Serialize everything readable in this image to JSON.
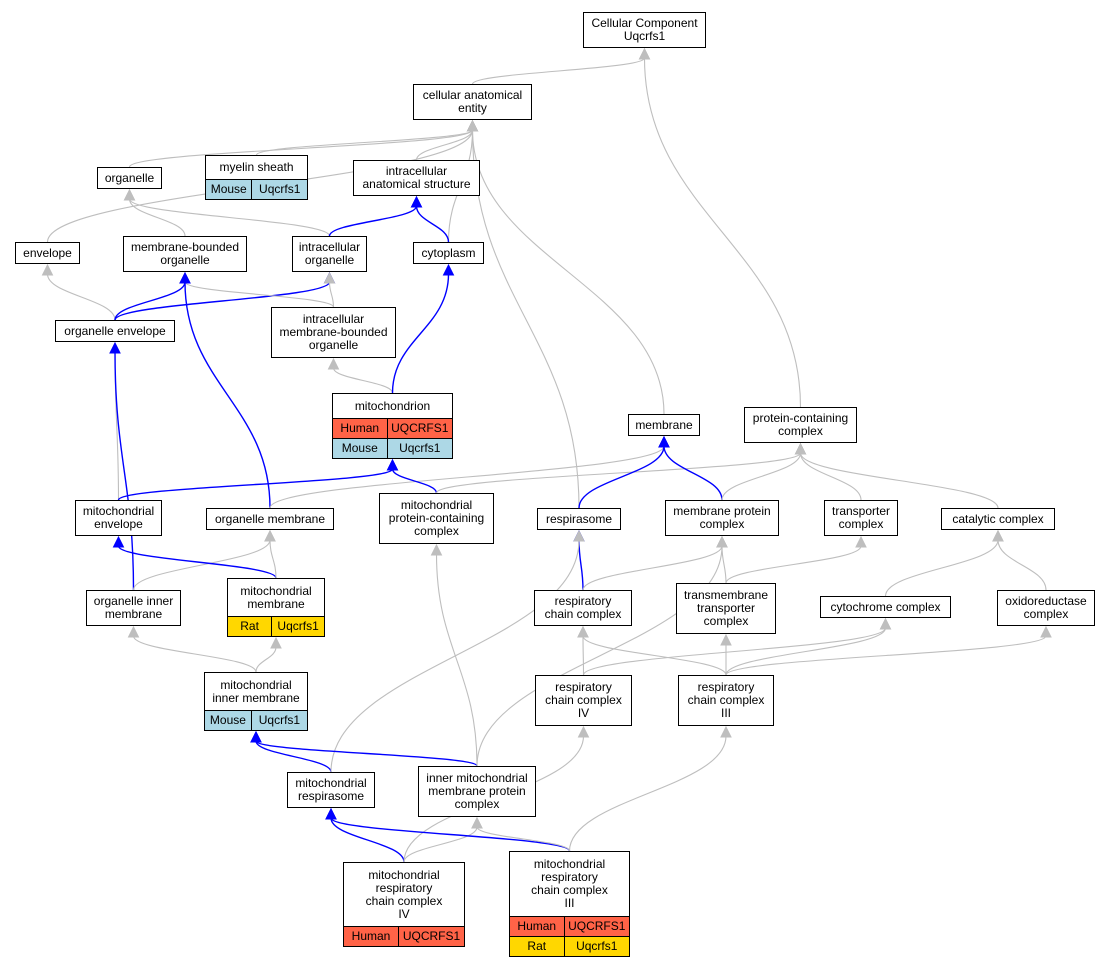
{
  "colors": {
    "human": "#FF6347",
    "mouse": "#ADD8E6",
    "rat": "#FFD700",
    "is_a_edge": "#BEBEBE",
    "part_of_edge": "#0000FF"
  },
  "nodes": {
    "root": {
      "lines": [
        "Cellular Component",
        "Uqcrfs1"
      ]
    },
    "cellular_anatomical_entity": {
      "lines": [
        "cellular anatomical",
        "entity"
      ]
    },
    "organelle": {
      "lines": [
        "organelle"
      ]
    },
    "myelin_sheath": {
      "lines": [
        "myelin sheath"
      ],
      "annotations": [
        {
          "species": "Mouse",
          "gene": "Uqcrfs1",
          "color": "mouse"
        }
      ]
    },
    "intracellular_anatomical_structure": {
      "lines": [
        "intracellular",
        "anatomical structure"
      ]
    },
    "envelope": {
      "lines": [
        "envelope"
      ]
    },
    "membrane_bounded_organelle": {
      "lines": [
        "membrane-bounded",
        "organelle"
      ]
    },
    "intracellular_organelle": {
      "lines": [
        "intracellular",
        "organelle"
      ]
    },
    "cytoplasm": {
      "lines": [
        "cytoplasm"
      ]
    },
    "organelle_envelope": {
      "lines": [
        "organelle envelope"
      ]
    },
    "intracellular_membrane_bounded_organelle": {
      "lines": [
        "intracellular",
        "membrane-bounded",
        "organelle"
      ]
    },
    "mitochondrion": {
      "lines": [
        "mitochondrion"
      ],
      "annotations": [
        {
          "species": "Human",
          "gene": "UQCRFS1",
          "color": "human"
        },
        {
          "species": "Mouse",
          "gene": "Uqcrfs1",
          "color": "mouse"
        }
      ]
    },
    "membrane": {
      "lines": [
        "membrane"
      ]
    },
    "protein_containing_complex": {
      "lines": [
        "protein-containing",
        "complex"
      ]
    },
    "mitochondrial_envelope": {
      "lines": [
        "mitochondrial",
        "envelope"
      ]
    },
    "organelle_membrane": {
      "lines": [
        "organelle membrane"
      ]
    },
    "mitochondrial_protein_containing_complex": {
      "lines": [
        "mitochondrial",
        "protein-containing",
        "complex"
      ]
    },
    "respirasome": {
      "lines": [
        "respirasome"
      ]
    },
    "membrane_protein_complex": {
      "lines": [
        "membrane protein",
        "complex"
      ]
    },
    "transporter_complex": {
      "lines": [
        "transporter",
        "complex"
      ]
    },
    "catalytic_complex": {
      "lines": [
        "catalytic complex"
      ]
    },
    "organelle_inner_membrane": {
      "lines": [
        "organelle inner",
        "membrane"
      ]
    },
    "mitochondrial_membrane": {
      "lines": [
        "mitochondrial",
        "membrane"
      ],
      "annotations": [
        {
          "species": "Rat",
          "gene": "Uqcrfs1",
          "color": "rat"
        }
      ]
    },
    "respiratory_chain_complex": {
      "lines": [
        "respiratory",
        "chain complex"
      ]
    },
    "transmembrane_transporter_complex": {
      "lines": [
        "transmembrane",
        "transporter",
        "complex"
      ]
    },
    "cytochrome_complex": {
      "lines": [
        "cytochrome complex"
      ]
    },
    "oxidoreductase_complex": {
      "lines": [
        "oxidoreductase",
        "complex"
      ]
    },
    "respiratory_chain_complex_iv": {
      "lines": [
        "respiratory",
        "chain complex",
        "IV"
      ]
    },
    "respiratory_chain_complex_iii": {
      "lines": [
        "respiratory",
        "chain complex",
        "III"
      ]
    },
    "mitochondrial_inner_membrane": {
      "lines": [
        "mitochondrial",
        "inner membrane"
      ],
      "annotations": [
        {
          "species": "Mouse",
          "gene": "Uqcrfs1",
          "color": "mouse"
        }
      ]
    },
    "mitochondrial_respirasome": {
      "lines": [
        "mitochondrial",
        "respirasome"
      ]
    },
    "inner_mitochondrial_membrane_protein_complex": {
      "lines": [
        "inner mitochondrial",
        "membrane protein",
        "complex"
      ]
    },
    "mitochondrial_respiratory_chain_complex_iv": {
      "lines": [
        "mitochondrial",
        "respiratory",
        "chain complex",
        "IV"
      ],
      "annotations": [
        {
          "species": "Human",
          "gene": "UQCRFS1",
          "color": "human"
        }
      ]
    },
    "mitochondrial_respiratory_chain_complex_iii": {
      "lines": [
        "mitochondrial",
        "respiratory",
        "chain complex",
        "III"
      ],
      "annotations": [
        {
          "species": "Human",
          "gene": "UQCRFS1",
          "color": "human"
        },
        {
          "species": "Rat",
          "gene": "Uqcrfs1",
          "color": "rat"
        }
      ]
    }
  },
  "edges": [
    {
      "from": "cellular_anatomical_entity",
      "to": "root",
      "type": "is_a"
    },
    {
      "from": "protein_containing_complex",
      "to": "root",
      "type": "is_a"
    },
    {
      "from": "organelle",
      "to": "cellular_anatomical_entity",
      "type": "is_a"
    },
    {
      "from": "myelin_sheath",
      "to": "cellular_anatomical_entity",
      "type": "is_a"
    },
    {
      "from": "intracellular_anatomical_structure",
      "to": "cellular_anatomical_entity",
      "type": "is_a"
    },
    {
      "from": "cytoplasm",
      "to": "cellular_anatomical_entity",
      "type": "is_a"
    },
    {
      "from": "envelope",
      "to": "cellular_anatomical_entity",
      "type": "is_a"
    },
    {
      "from": "respirasome",
      "to": "cellular_anatomical_entity",
      "type": "is_a"
    },
    {
      "from": "membrane",
      "to": "cellular_anatomical_entity",
      "type": "is_a"
    },
    {
      "from": "membrane_bounded_organelle",
      "to": "organelle",
      "type": "is_a"
    },
    {
      "from": "intracellular_organelle",
      "to": "organelle",
      "type": "is_a"
    },
    {
      "from": "intracellular_organelle",
      "to": "intracellular_anatomical_structure",
      "type": "part_of"
    },
    {
      "from": "cytoplasm",
      "to": "intracellular_anatomical_structure",
      "type": "part_of"
    },
    {
      "from": "organelle_envelope",
      "to": "envelope",
      "type": "is_a"
    },
    {
      "from": "organelle_envelope",
      "to": "membrane_bounded_organelle",
      "type": "part_of"
    },
    {
      "from": "organelle_envelope",
      "to": "intracellular_organelle",
      "type": "part_of"
    },
    {
      "from": "intracellular_membrane_bounded_organelle",
      "to": "membrane_bounded_organelle",
      "type": "is_a"
    },
    {
      "from": "intracellular_membrane_bounded_organelle",
      "to": "intracellular_organelle",
      "type": "is_a"
    },
    {
      "from": "mitochondrion",
      "to": "intracellular_membrane_bounded_organelle",
      "type": "is_a"
    },
    {
      "from": "mitochondrion",
      "to": "cytoplasm",
      "type": "part_of"
    },
    {
      "from": "organelle_membrane",
      "to": "membrane_bounded_organelle",
      "type": "part_of"
    },
    {
      "from": "organelle_membrane",
      "to": "membrane",
      "type": "is_a"
    },
    {
      "from": "mitochondrial_envelope",
      "to": "organelle_envelope",
      "type": "is_a"
    },
    {
      "from": "mitochondrial_envelope",
      "to": "mitochondrion",
      "type": "part_of"
    },
    {
      "from": "mitochondrial_protein_containing_complex",
      "to": "mitochondrion",
      "type": "part_of"
    },
    {
      "from": "mitochondrial_protein_containing_complex",
      "to": "protein_containing_complex",
      "type": "is_a"
    },
    {
      "from": "respirasome",
      "to": "membrane",
      "type": "part_of"
    },
    {
      "from": "membrane_protein_complex",
      "to": "membrane",
      "type": "part_of"
    },
    {
      "from": "membrane_protein_complex",
      "to": "protein_containing_complex",
      "type": "is_a"
    },
    {
      "from": "transporter_complex",
      "to": "protein_containing_complex",
      "type": "is_a"
    },
    {
      "from": "catalytic_complex",
      "to": "protein_containing_complex",
      "type": "is_a"
    },
    {
      "from": "organelle_inner_membrane",
      "to": "organelle_envelope",
      "type": "part_of"
    },
    {
      "from": "organelle_inner_membrane",
      "to": "organelle_membrane",
      "type": "is_a"
    },
    {
      "from": "mitochondrial_membrane",
      "to": "mitochondrial_envelope",
      "type": "part_of"
    },
    {
      "from": "mitochondrial_membrane",
      "to": "organelle_membrane",
      "type": "is_a"
    },
    {
      "from": "respiratory_chain_complex",
      "to": "respirasome",
      "type": "part_of"
    },
    {
      "from": "respiratory_chain_complex",
      "to": "membrane_protein_complex",
      "type": "is_a"
    },
    {
      "from": "transmembrane_transporter_complex",
      "to": "membrane_protein_complex",
      "type": "is_a"
    },
    {
      "from": "transmembrane_transporter_complex",
      "to": "transporter_complex",
      "type": "is_a"
    },
    {
      "from": "cytochrome_complex",
      "to": "catalytic_complex",
      "type": "is_a"
    },
    {
      "from": "oxidoreductase_complex",
      "to": "catalytic_complex",
      "type": "is_a"
    },
    {
      "from": "mitochondrial_inner_membrane",
      "to": "organelle_inner_membrane",
      "type": "is_a"
    },
    {
      "from": "mitochondrial_inner_membrane",
      "to": "mitochondrial_membrane",
      "type": "is_a"
    },
    {
      "from": "respiratory_chain_complex_iv",
      "to": "respiratory_chain_complex",
      "type": "is_a"
    },
    {
      "from": "respiratory_chain_complex_iv",
      "to": "cytochrome_complex",
      "type": "is_a"
    },
    {
      "from": "respiratory_chain_complex_iii",
      "to": "respiratory_chain_complex",
      "type": "is_a"
    },
    {
      "from": "respiratory_chain_complex_iii",
      "to": "transmembrane_transporter_complex",
      "type": "is_a"
    },
    {
      "from": "respiratory_chain_complex_iii",
      "to": "cytochrome_complex",
      "type": "is_a"
    },
    {
      "from": "respiratory_chain_complex_iii",
      "to": "oxidoreductase_complex",
      "type": "is_a"
    },
    {
      "from": "mitochondrial_respirasome",
      "to": "mitochondrial_inner_membrane",
      "type": "part_of"
    },
    {
      "from": "mitochondrial_respirasome",
      "to": "respirasome",
      "type": "is_a"
    },
    {
      "from": "inner_mitochondrial_membrane_protein_complex",
      "to": "mitochondrial_inner_membrane",
      "type": "part_of"
    },
    {
      "from": "inner_mitochondrial_membrane_protein_complex",
      "to": "mitochondrial_protein_containing_complex",
      "type": "is_a"
    },
    {
      "from": "inner_mitochondrial_membrane_protein_complex",
      "to": "membrane_protein_complex",
      "type": "is_a"
    },
    {
      "from": "mitochondrial_respiratory_chain_complex_iv",
      "to": "mitochondrial_respirasome",
      "type": "part_of"
    },
    {
      "from": "mitochondrial_respiratory_chain_complex_iv",
      "to": "inner_mitochondrial_membrane_protein_complex",
      "type": "is_a"
    },
    {
      "from": "mitochondrial_respiratory_chain_complex_iv",
      "to": "respiratory_chain_complex_iv",
      "type": "is_a"
    },
    {
      "from": "mitochondrial_respiratory_chain_complex_iii",
      "to": "mitochondrial_respirasome",
      "type": "part_of"
    },
    {
      "from": "mitochondrial_respiratory_chain_complex_iii",
      "to": "inner_mitochondrial_membrane_protein_complex",
      "type": "is_a"
    },
    {
      "from": "mitochondrial_respiratory_chain_complex_iii",
      "to": "respiratory_chain_complex_iii",
      "type": "is_a"
    }
  ]
}
